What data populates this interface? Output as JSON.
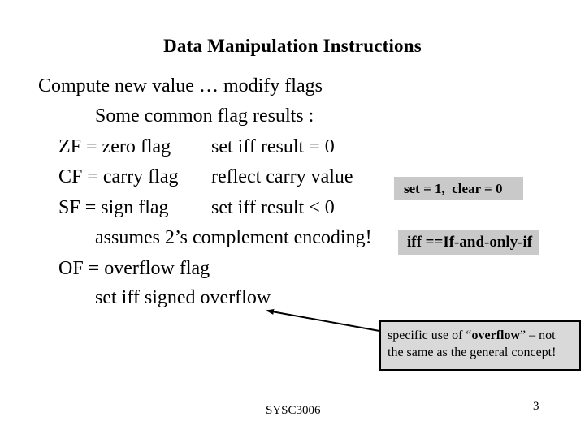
{
  "title": "Data Manipulation Instructions",
  "body": {
    "line_compute": "Compute new value … modify flags",
    "line_common": "Some common flag results :",
    "zf": {
      "label": "ZF = zero flag",
      "desc": "set iff result = 0"
    },
    "cf": {
      "label": "CF = carry flag",
      "desc": "reflect carry value"
    },
    "sf": {
      "label": "SF = sign flag",
      "desc": "set iff result < 0"
    },
    "line_assumes": "assumes 2’s complement encoding!",
    "of": {
      "label": "OF = overflow flag"
    },
    "line_of_detail": "set iff signed overflow"
  },
  "callouts": {
    "set_clear": "set = 1,  clear = 0",
    "iff": "iff ==If-and-only-if"
  },
  "note": {
    "line1_prefix": "specific use of “",
    "line1_bold": "overflow",
    "line1_suffix": "” – not",
    "line2": "the same as the general concept!"
  },
  "footer": {
    "course": "SYSC3006",
    "page_number": "3"
  },
  "colors": {
    "background": "#ffffff",
    "text": "#000000",
    "callout_background": "#c9c9c9",
    "note_background": "#d9d9d9",
    "note_border": "#000000",
    "connector": "#000000"
  }
}
